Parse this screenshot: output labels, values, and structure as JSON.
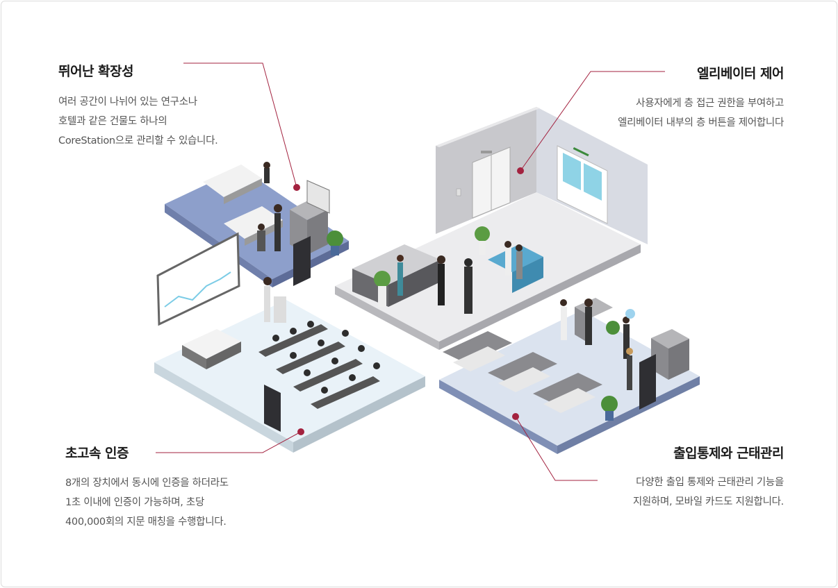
{
  "features": {
    "scalability": {
      "title": "뛰어난 확장성",
      "lines": [
        "여러 공간이 나뉘어 있는 연구소나",
        "호텔과 같은 건물도 하나의",
        "CoreStation으로 관리할 수 있습니다."
      ]
    },
    "elevator": {
      "title": "엘리베이터 제어",
      "lines": [
        "사용자에게 층 접근 권한을 부여하고",
        "엘리베이터 내부의 층 버튼을 제어합니다"
      ]
    },
    "speed": {
      "title": "초고속 인증",
      "lines": [
        "8개의 장치에서 동시에 인증을 하더라도",
        "1초 이내에 인증이 가능하며, 초당",
        "400,000회의 지문 매칭을 수행합니다."
      ]
    },
    "access": {
      "title": "출입통제와 근태관리",
      "lines": [
        "다양한 출입 통제와 근태관리 기능을",
        "지원하며, 모바일 카드도 지원합니다."
      ]
    }
  },
  "colors": {
    "accent": "#a3223f",
    "floorBlue": "#8a9cc8",
    "floorLight": "#e9f1f7",
    "wall": "#c9c9cd"
  }
}
